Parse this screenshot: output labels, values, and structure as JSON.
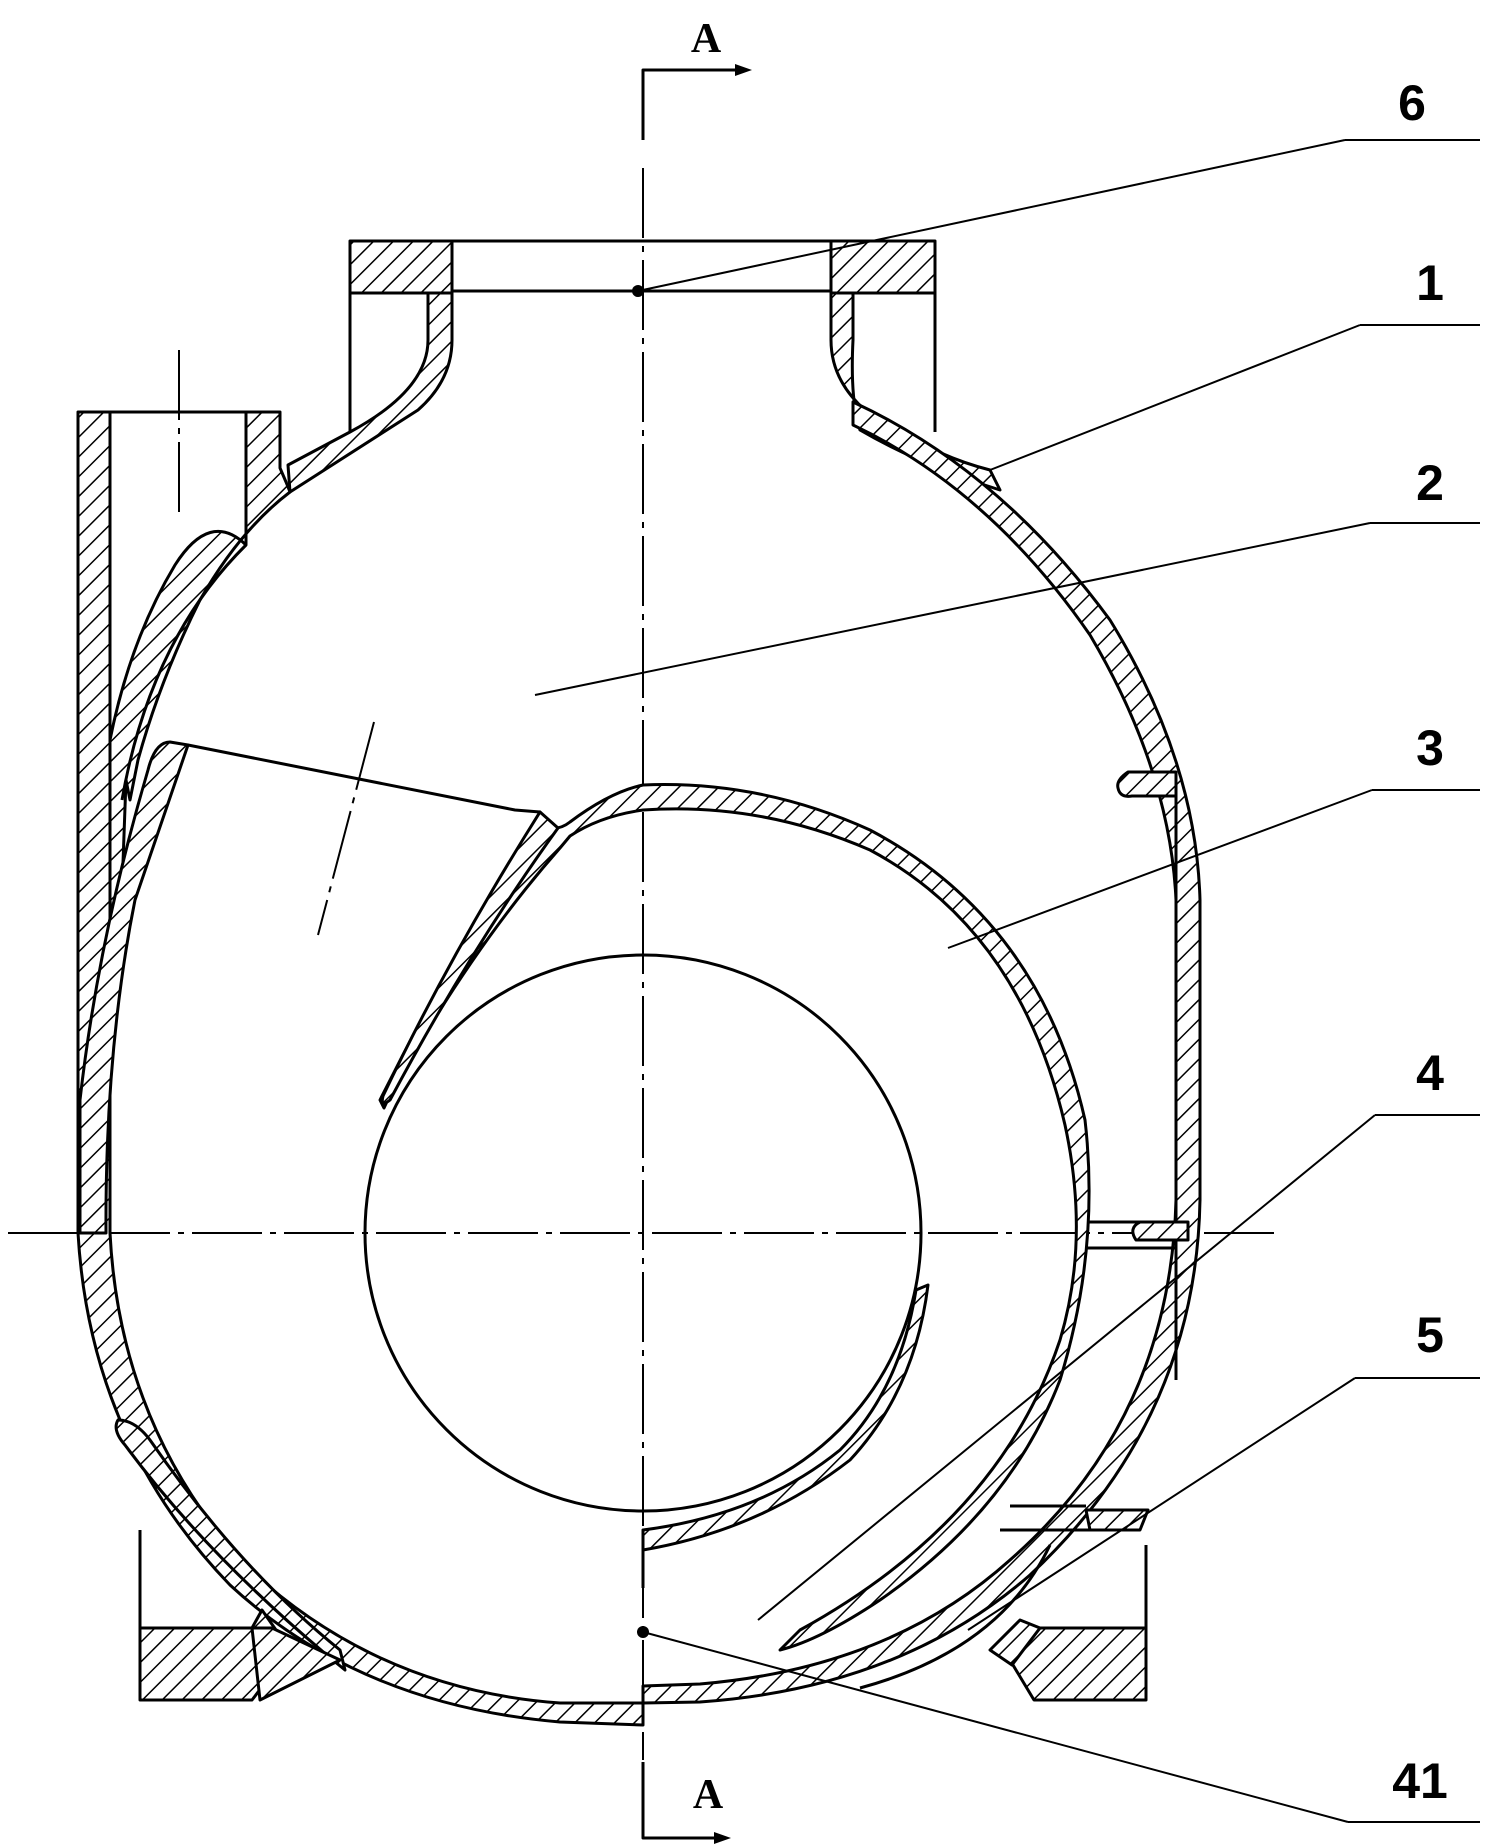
{
  "drawing": {
    "section_marks": {
      "top": "A",
      "bottom": "A"
    },
    "part_labels": {
      "label_6": "6",
      "label_1": "1",
      "label_2": "2",
      "label_3": "3",
      "label_4": "4",
      "label_5": "5",
      "label_41": "41"
    }
  },
  "colors": {
    "line": "#000000",
    "background": "#ffffff"
  }
}
